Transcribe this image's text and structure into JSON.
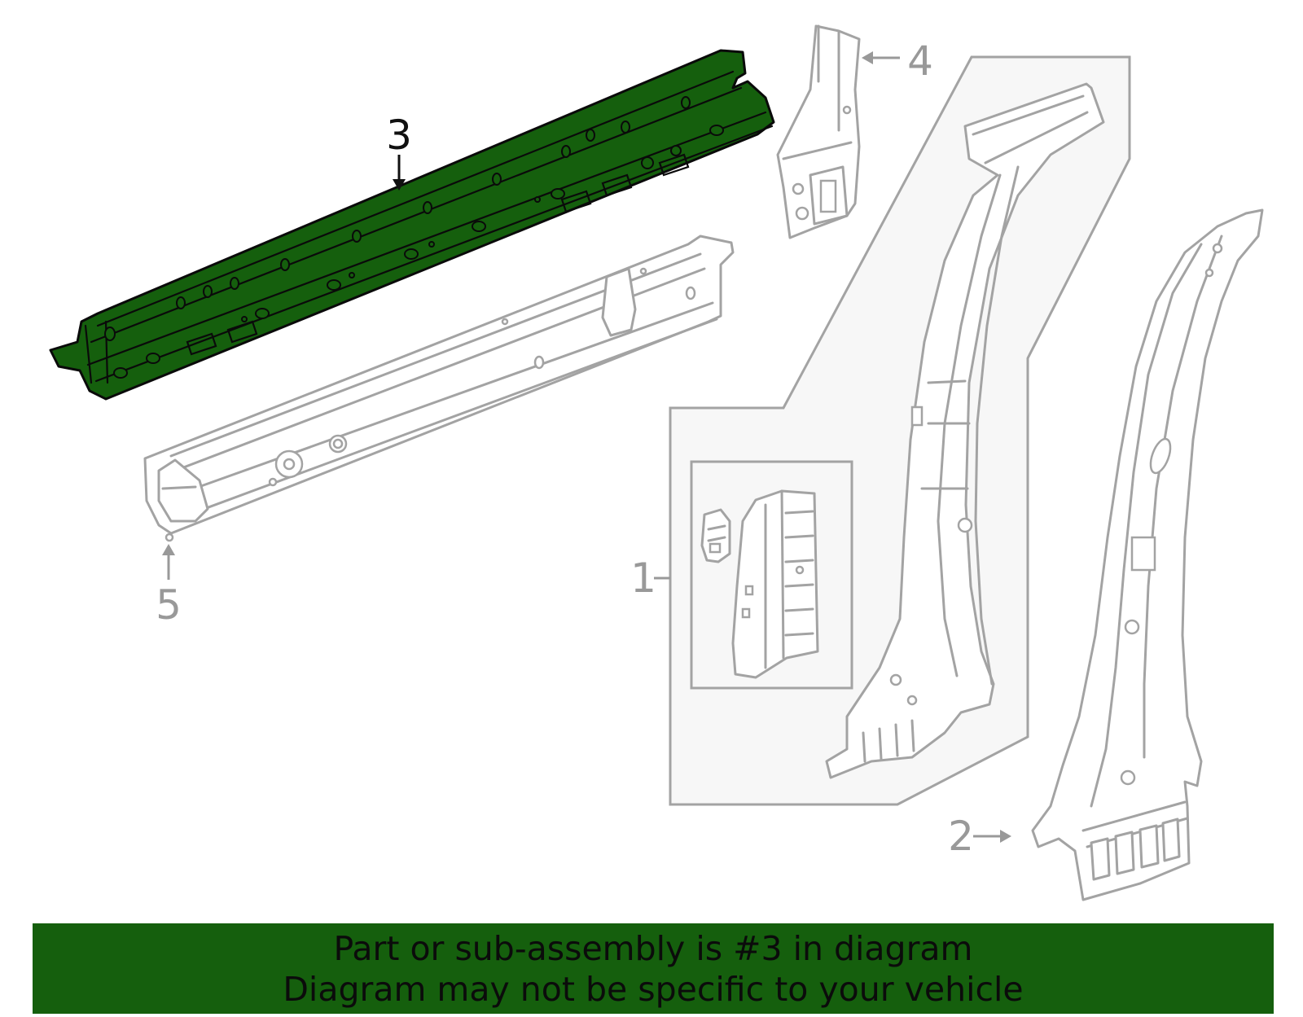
{
  "callouts": {
    "c1": "1",
    "c2": "2",
    "c3": "3",
    "c4": "4",
    "c5": "5"
  },
  "highlighted_part": "3",
  "colors": {
    "highlight": "#155f0d",
    "outline": "#a3a3a3",
    "callout_gray": "#999999",
    "callout_active": "#111111",
    "panel_bg": "#f7f7f7"
  },
  "banner": {
    "line1": "Part or sub-assembly is #3 in diagram",
    "line2": "Diagram may not be specific to your vehicle"
  }
}
